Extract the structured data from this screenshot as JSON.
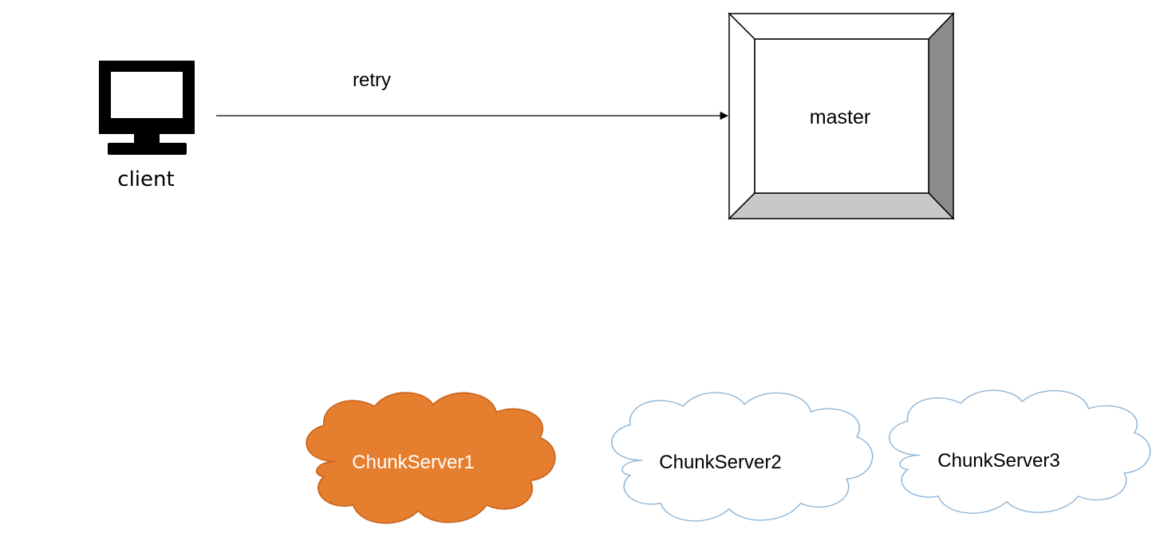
{
  "client": {
    "label": "client",
    "icon": "monitor-icon"
  },
  "master": {
    "label": "master",
    "icon": "beveled-box"
  },
  "edge": {
    "label": "retry"
  },
  "chunkservers": [
    {
      "label": "ChunkServer1",
      "fill": "#e67e2f",
      "stroke": "#c8651d",
      "text_color": "#ffffff",
      "highlighted": true
    },
    {
      "label": "ChunkServer2",
      "fill": "#ffffff",
      "stroke": "#8fb6d8",
      "text_color": "#000000",
      "highlighted": false
    },
    {
      "label": "ChunkServer3",
      "fill": "#ffffff",
      "stroke": "#8fb6d8",
      "text_color": "#000000",
      "highlighted": false
    }
  ],
  "colors": {
    "stroke": "#000000",
    "bevel_light": "#ffffff",
    "bevel_mid": "#c8c8c8",
    "bevel_dark": "#8c8c8c"
  }
}
